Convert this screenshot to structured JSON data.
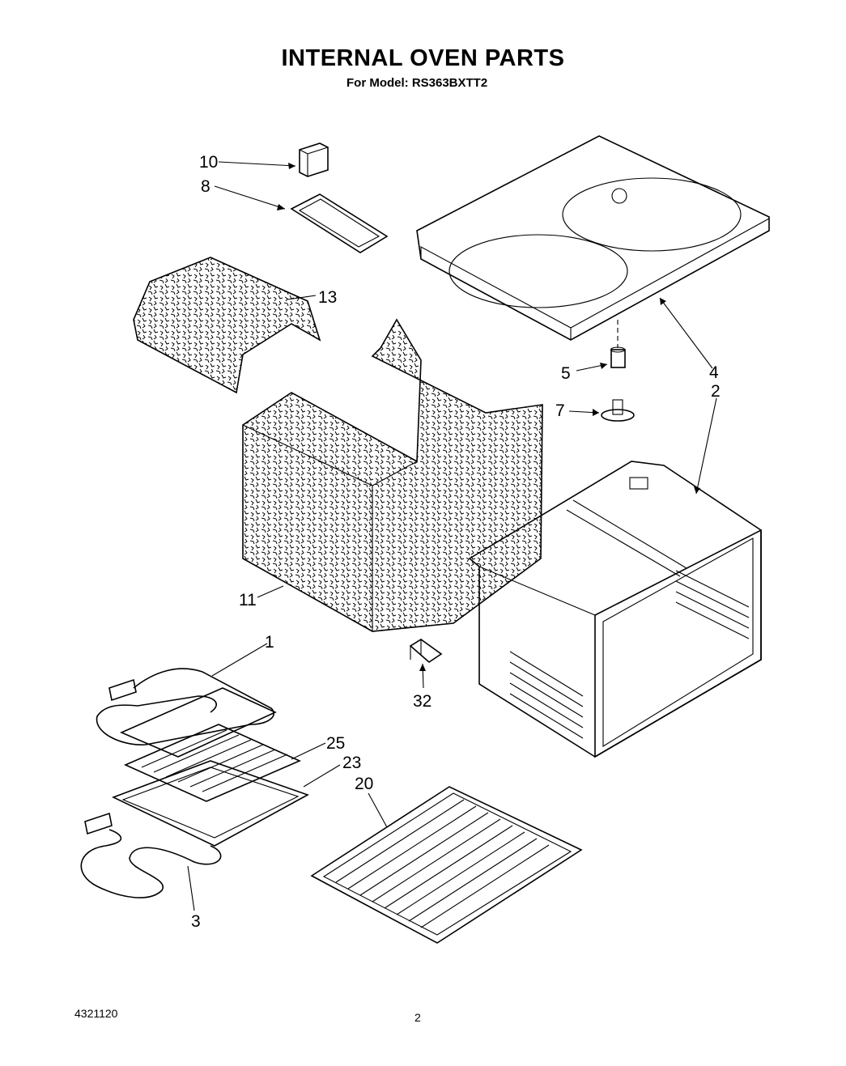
{
  "header": {
    "title": "INTERNAL OVEN PARTS",
    "subtitle": "For Model: RS363BXTT2"
  },
  "callouts": [
    {
      "id": "c10",
      "text": "10"
    },
    {
      "id": "c8",
      "text": "8"
    },
    {
      "id": "c13",
      "text": "13"
    },
    {
      "id": "c5",
      "text": "5"
    },
    {
      "id": "c4",
      "text": "4"
    },
    {
      "id": "c2",
      "text": "2"
    },
    {
      "id": "c7",
      "text": "7"
    },
    {
      "id": "c11",
      "text": "11"
    },
    {
      "id": "c1",
      "text": "1"
    },
    {
      "id": "c32",
      "text": "32"
    },
    {
      "id": "c25",
      "text": "25"
    },
    {
      "id": "c23",
      "text": "23"
    },
    {
      "id": "c20",
      "text": "20"
    },
    {
      "id": "c3",
      "text": "3"
    }
  ],
  "footer": {
    "doc_number": "4321120",
    "page_number": "2"
  }
}
